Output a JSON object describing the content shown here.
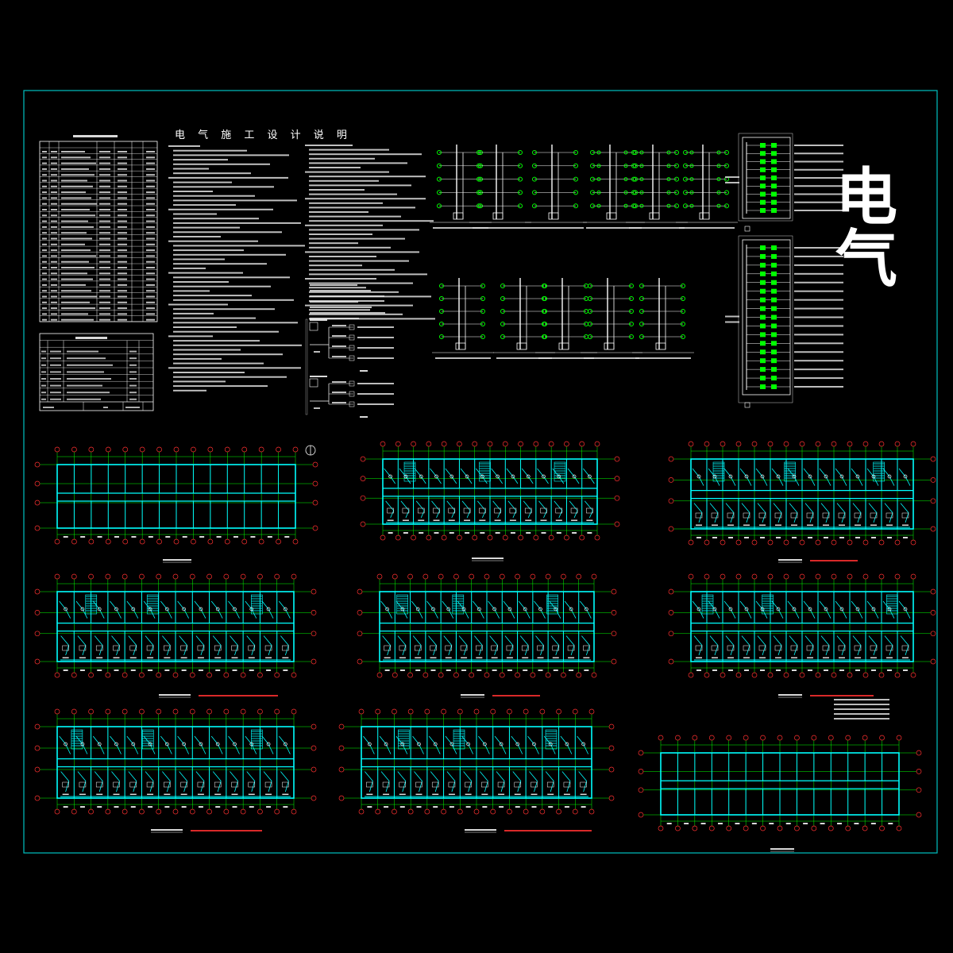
{
  "title_block": {
    "discipline_label": "电气",
    "notes_heading": "电 气 施 工 设 计 说 明"
  },
  "colors": {
    "background": "#000000",
    "frame": "#00c0c0",
    "grid": "#00ff00",
    "wall": "#00ffff",
    "text": "#ffffff",
    "dim": "#ff2020",
    "device": "#00ff00"
  },
  "drawing_counts": {
    "riser_diagrams_top_row": 6,
    "riser_diagrams_second_row": 5,
    "floor_plans": 9,
    "panel_schedules": 2
  }
}
